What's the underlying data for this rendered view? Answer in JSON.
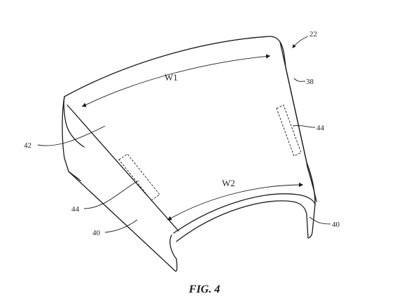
{
  "figure": {
    "caption": "FIG. 4",
    "reference_numerals": {
      "device": "22",
      "outer_surface": "38",
      "side_wall_left": "40",
      "side_wall_right": "40",
      "top_surface": "42",
      "sensor_right": "44",
      "sensor_left": "44"
    },
    "dimensions": {
      "outer_width": "W1",
      "inner_width": "W2"
    }
  }
}
